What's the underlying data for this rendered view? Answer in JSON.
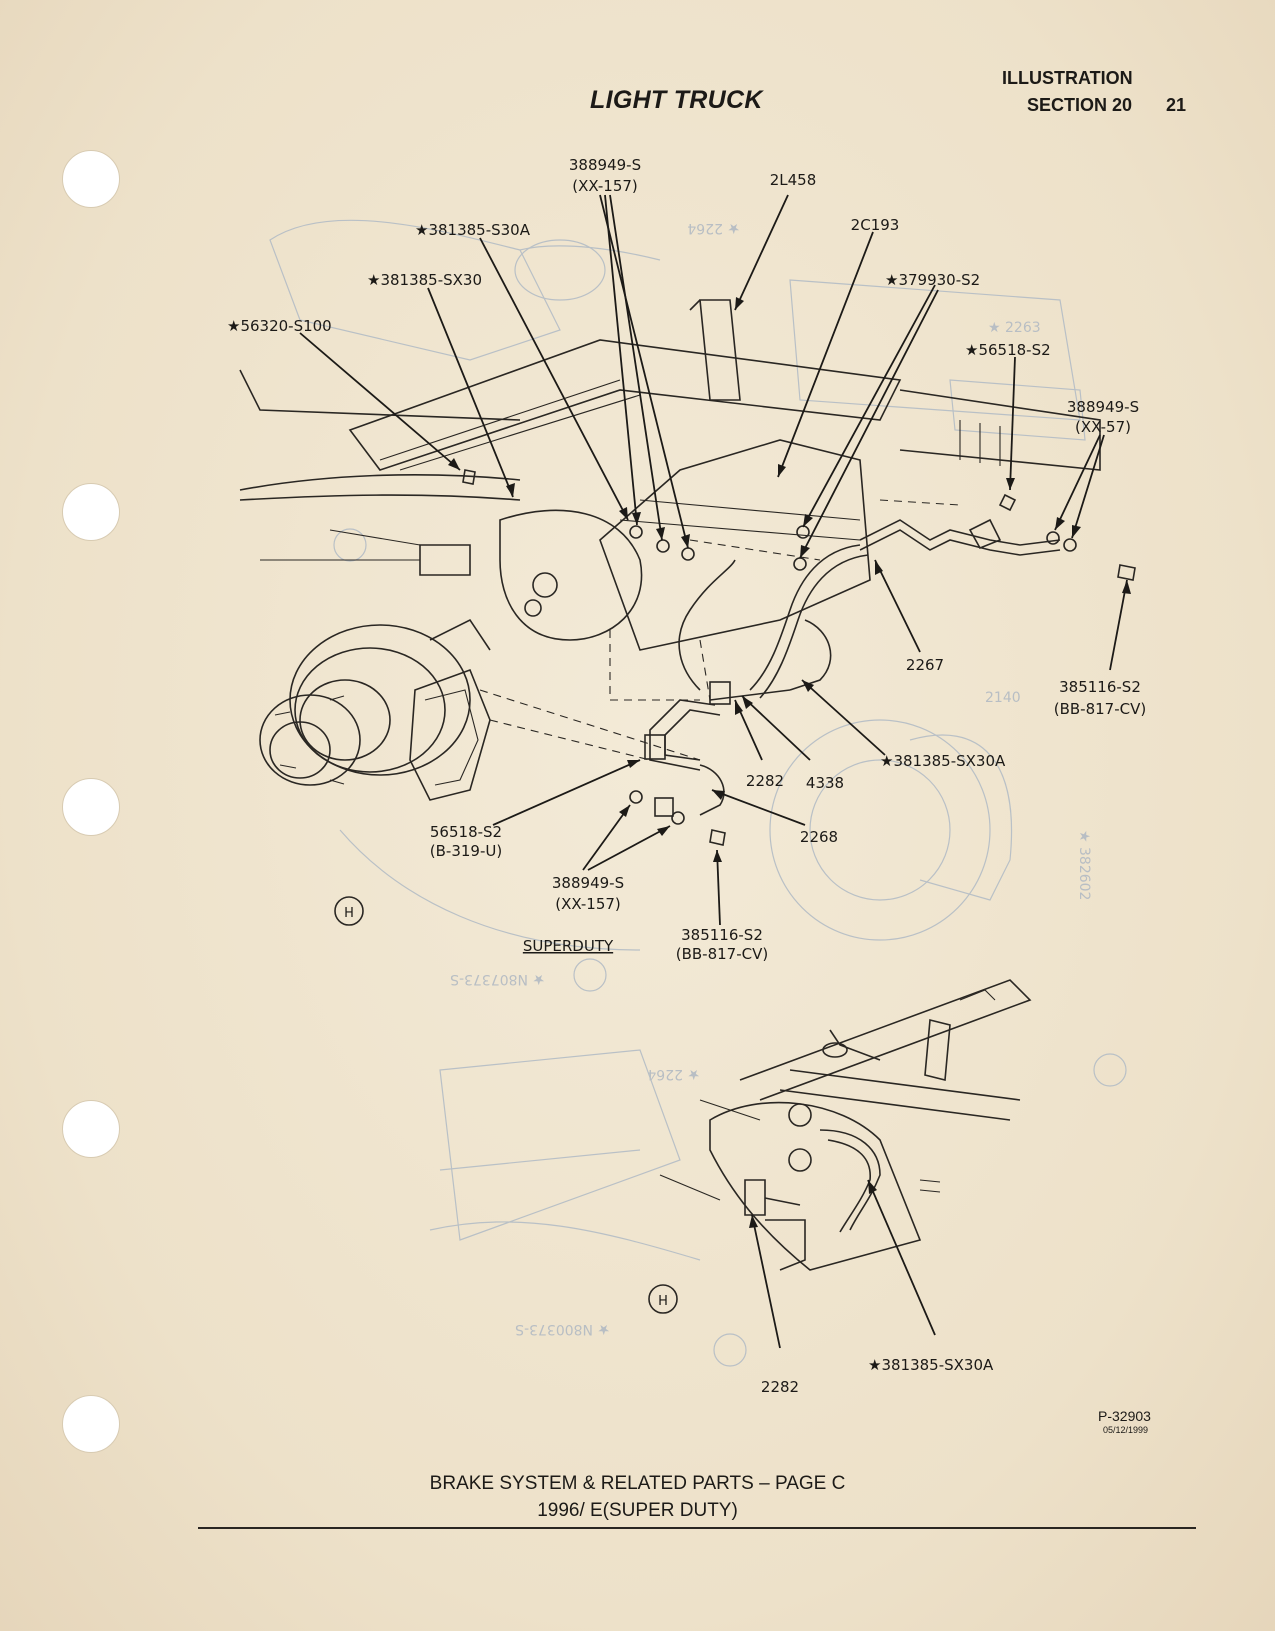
{
  "header": {
    "title": "LIGHT TRUCK",
    "illustration": "ILLUSTRATION",
    "section": "SECTION 20",
    "page_number": "21"
  },
  "callouts": {
    "c388949_s_top": "388949-S",
    "c388949_s_top_sub": "(XX-157)",
    "c2l458": "2L458",
    "c381385_s30a": "★381385-S30A",
    "c2c193": "2C193",
    "c379930_s2": "★379930-S2",
    "c381385_sx30": "★381385-SX30",
    "c56320_s100": "★56320-S100",
    "c56518_s2_right": "★56518-S2",
    "c388949_s_right": "388949-S",
    "c388949_s_right_sub": "(XX-57)",
    "c2267": "2267",
    "c385116_s2_right": "385116-S2",
    "c385116_s2_right_sub": "(BB-817-CV)",
    "c381385_sx30a_mid": "★381385-SX30A",
    "c2282_mid": "2282",
    "c4338": "4338",
    "c2268": "2268",
    "c56518_s2_left": "56518-S2",
    "c56518_s2_left_sub": "(B-319-U)",
    "c388949_s_bottom": "388949-S",
    "c388949_s_bottom_sub": "(XX-157)",
    "c385116_s2_bottom": "385116-S2",
    "c385116_s2_bottom_sub": "(BB-817-CV)",
    "superduty": "SUPERDUTY",
    "view_h1": "H",
    "view_h2": "H",
    "c2282_bottom": "2282",
    "c381385_sx30a_bottom": "★381385-SX30A"
  },
  "bleed": {
    "b2264a": "★ 2264",
    "b2263": "★ 2263",
    "b2140": "2140",
    "b382602": "★ 382602",
    "b2264b": "★ 2264",
    "bn": "★ N807373-S",
    "bn2": "★ N800373-S"
  },
  "footer": {
    "figure_id": "P-32903",
    "figure_date": "05/12/1999",
    "line1": "BRAKE SYSTEM & RELATED PARTS – PAGE C",
    "line2": "1996/ E(SUPER DUTY)"
  }
}
